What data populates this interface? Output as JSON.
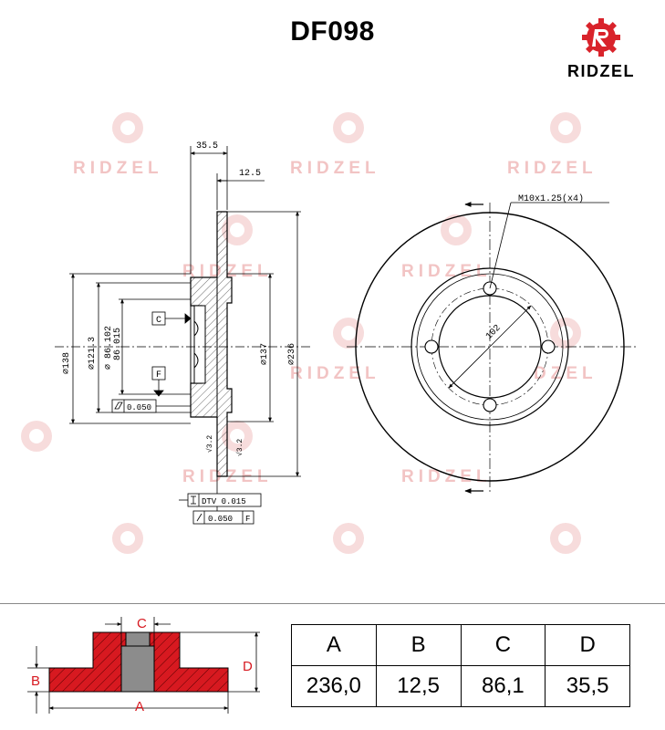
{
  "header": {
    "part_number": "DF098",
    "brand_name": "RIDZEL",
    "brand_color": "#d9232b"
  },
  "watermark": {
    "text": "RIDZEL",
    "color": "#f2c4c4"
  },
  "drawing": {
    "dim_35_5": "35.5",
    "dim_12_5": "12.5",
    "dim_d138": "⌀138",
    "dim_d121_3": "⌀121.3",
    "dim_d86_102": "⌀ 86.102",
    "dim_d86_015": "86.015",
    "dim_d137": "⌀137",
    "dim_d236": "⌀236",
    "dim_102": "102",
    "thread": "M10x1.25(x4)",
    "datum_c": "C",
    "datum_f": "F",
    "flatness_value": "0.050",
    "dtv_label": "DTV 0.015",
    "runout_value": "0.050",
    "runout_datum": "F",
    "roughness_1": "√3.2",
    "roughness_2": "√3.2"
  },
  "legend_diagram": {
    "label_a": "A",
    "label_b": "B",
    "label_c": "C",
    "label_d": "D",
    "fill_color": "#d71920"
  },
  "dimensions_table": {
    "headers": [
      "A",
      "B",
      "C",
      "D"
    ],
    "values": [
      "236,0",
      "12,5",
      "86,1",
      "35,5"
    ]
  }
}
